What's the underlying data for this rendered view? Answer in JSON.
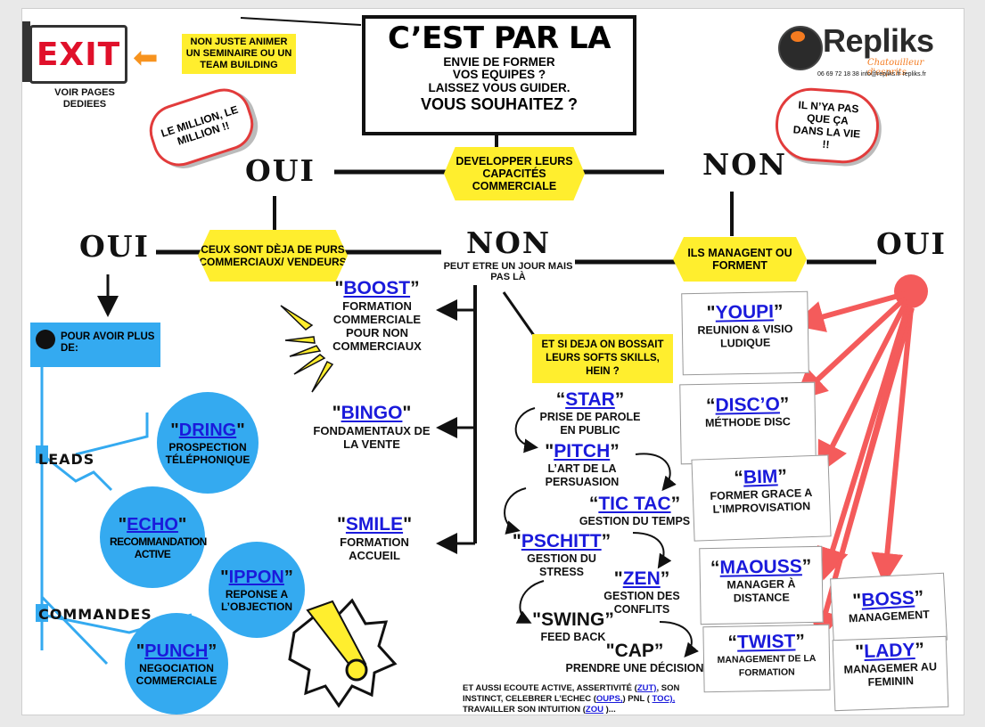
{
  "exit": {
    "sign": "EXIT",
    "caption": "VOIR PAGES DEDIEES"
  },
  "top_note": "NON JUSTE ANIMER UN SEMINAIRE OU UN TEAM BUILDING",
  "title": {
    "main": "C’EST PAR LA",
    "line1": "ENVIE DE FORMER",
    "line2": "VOS EQUIPES ?",
    "line3": "LAISSEZ VOUS GUIDER.",
    "line4": "VOUS SOUHAITEZ ?"
  },
  "logo": {
    "name": "Repliks",
    "tagline": "Chatouilleur d'esprits",
    "contact": "06 69 72 18 38   info@repliks.fr   repliks.fr"
  },
  "bubbles": {
    "left": "LE MILLION, LE MILLION !!",
    "right": "IL N’YA PAS QUE ÇA DANS LA VIE !!"
  },
  "level1": {
    "yes": "OUI",
    "no": "NON",
    "question": "DEVELOPPER LEURS CAPACITÉS COMMERCIALE"
  },
  "level2_left": {
    "yes": "OUI",
    "no": "NON",
    "question": "CEUX SONT DÈJA DE PURS COMMERCIAUX/ VENDEURS",
    "no_note": "PEUT ETRE UN JOUR MAIS PAS LÀ"
  },
  "level2_right": {
    "yes": "OUI",
    "question": "ILS MANAGENT OU FORMENT"
  },
  "sidebox": {
    "label": "POUR AVOIR PLUS DE:"
  },
  "labels": {
    "leads": "LEADS",
    "commandes": "COMMANDES"
  },
  "soft_question": "ET SI DEJA ON BOSSAIT LEURS SOFTS SKILLS, HEIN ?",
  "sales": [
    {
      "code": "DRING",
      "desc": "PROSPECTION TÉLÉPHONIQUE"
    },
    {
      "code": "ECHO",
      "desc": "RECOMMANDATION ACTIVE"
    },
    {
      "code": "IPPON",
      "desc": "REPONSE A L’OBJECTION"
    },
    {
      "code": "PUNCH",
      "desc": "NEGOCIATION COMMERCIALE"
    }
  ],
  "nonsales": [
    {
      "code": "BOOST",
      "desc": "FORMATION COMMERCIALE POUR NON COMMERCIAUX"
    },
    {
      "code": "BINGO",
      "desc": "FONDAMENTAUX DE LA VENTE"
    },
    {
      "code": "SMILE",
      "desc": "FORMATION ACCUEIL"
    }
  ],
  "soft": [
    {
      "code": "STAR",
      "desc": "PRISE DE PAROLE EN PUBLIC"
    },
    {
      "code": "PITCH",
      "desc": "L’ART DE LA PERSUASION"
    },
    {
      "code": "TIC TAC",
      "desc": "GESTION DU TEMPS"
    },
    {
      "code": "PSCHITT",
      "desc": "GESTION DU STRESS"
    },
    {
      "code": "ZEN",
      "desc": "GESTION DES CONFLITS"
    },
    {
      "code": "SWING",
      "desc": "FEED BACK"
    },
    {
      "code": "CAP",
      "desc": "PRENDRE UNE DÉCISION"
    }
  ],
  "management": [
    {
      "code": "YOUPI",
      "desc": "REUNION & VISIO LUDIQUE"
    },
    {
      "code": "DISC’O",
      "desc": "MÉTHODE DISC"
    },
    {
      "code": "BIM",
      "desc": "FORMER GRACE A L’IMPROVISATION"
    },
    {
      "code": "MAOUSS",
      "desc": "MANAGER À DISTANCE"
    },
    {
      "code": "TWIST",
      "desc": "MANAGEMENT DE LA FORMATION"
    },
    {
      "code": "BOSS",
      "desc": "MANAGEMENT"
    },
    {
      "code": "LADY",
      "desc": "MANAGEMER AU FEMININ"
    }
  ],
  "footer": {
    "a": "ET AUSSI ECOUTE ACTIVE, ASSERTIVITÉ (",
    "zut": "ZUT)",
    "b": ",",
    "c": "SON INSTINCT, CELEBRER L’ECHEC (",
    "oups": "OUPS,",
    "d": ") PNL (",
    "toc": "TOC),",
    "e": " TRAVAILLER SON INTUITION (",
    "zou": "ZOU",
    "f": " )..."
  },
  "colors": {
    "yellow": "#ffee2e",
    "blue": "#34aaf0",
    "red": "#f45b5b",
    "link": "#1a1adb"
  }
}
